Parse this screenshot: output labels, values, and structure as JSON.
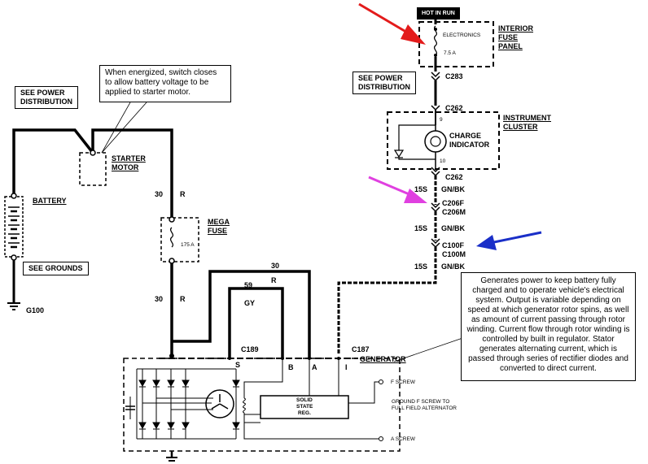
{
  "labels": {
    "hot_in_run": "HOT IN RUN",
    "electronics": "ELECTRONICS",
    "fuse_rating": "7.5 A",
    "interior_fuse_panel_1": "INTERIOR",
    "interior_fuse_panel_2": "FUSE",
    "interior_fuse_panel_3": "PANEL",
    "see_power_1": "SEE POWER",
    "see_power_2": "DISTRIBUTION",
    "see_power_left_1": "SEE POWER",
    "see_power_left_2": "DISTRIBUTION",
    "c283": "C283",
    "c262_top": "C262",
    "instrument_cluster_1": "INSTRUMENT",
    "instrument_cluster_2": "CLUSTER",
    "charge_indicator_1": "CHARGE",
    "charge_indicator_2": "INDICATOR",
    "pin_9": "9",
    "pin_10": "10",
    "c262_bottom": "C262",
    "wire_15s_1": "15S",
    "gn_bk_1": "GN/BK",
    "c206f": "C206F",
    "c206m": "C206M",
    "wire_15s_2": "15S",
    "gn_bk_2": "GN/BK",
    "c100f": "C100F",
    "c100m": "C100M",
    "wire_15s_3": "15S",
    "gn_bk_3": "GN/BK",
    "starter_1": "STARTER",
    "starter_2": "MOTOR",
    "battery": "BATTERY",
    "see_grounds": "SEE GROUNDS",
    "g100": "G100",
    "wire_30_r_1a": "30",
    "wire_30_r_1b": "R",
    "mega_fuse_1": "MEGA",
    "mega_fuse_2": "FUSE",
    "mega_rating": "175 A",
    "wire_30_r_2a": "30",
    "wire_30_r_2b": "R",
    "wire_30_top": "30",
    "wire_r_top": "R",
    "wire_59": "59",
    "wire_gy": "GY",
    "c189": "C189",
    "c187": "C187",
    "generator": "GENERATOR",
    "term_s": "S",
    "term_b": "B",
    "term_a": "A",
    "term_i": "I",
    "f_screw": "F SCREW",
    "a_screw": "A SCREW",
    "ground_f_1": "GROUND F SCREW TO",
    "ground_f_2": "FULL FIELD ALTERNATOR",
    "solid_1": "SOLID",
    "solid_2": "STATE",
    "solid_3": "REG."
  },
  "notes": {
    "starter_note": "When energized, switch closes to allow battery voltage to be applied to starter motor.",
    "generator_note": "Generates power to keep battery fully charged and to operate vehicle's electrical system. Output is variable depending on speed at which generator rotor spins, as well as amount of current passing through rotor winding. Current flow through rotor winding is controlled by built in regulator. Stator generates alternating current, which is passed through series of rectifier diodes and converted to direct current."
  },
  "arrows": {
    "red": "#e31b1b",
    "magenta": "#e040e0",
    "blue": "#1a2fc8"
  }
}
